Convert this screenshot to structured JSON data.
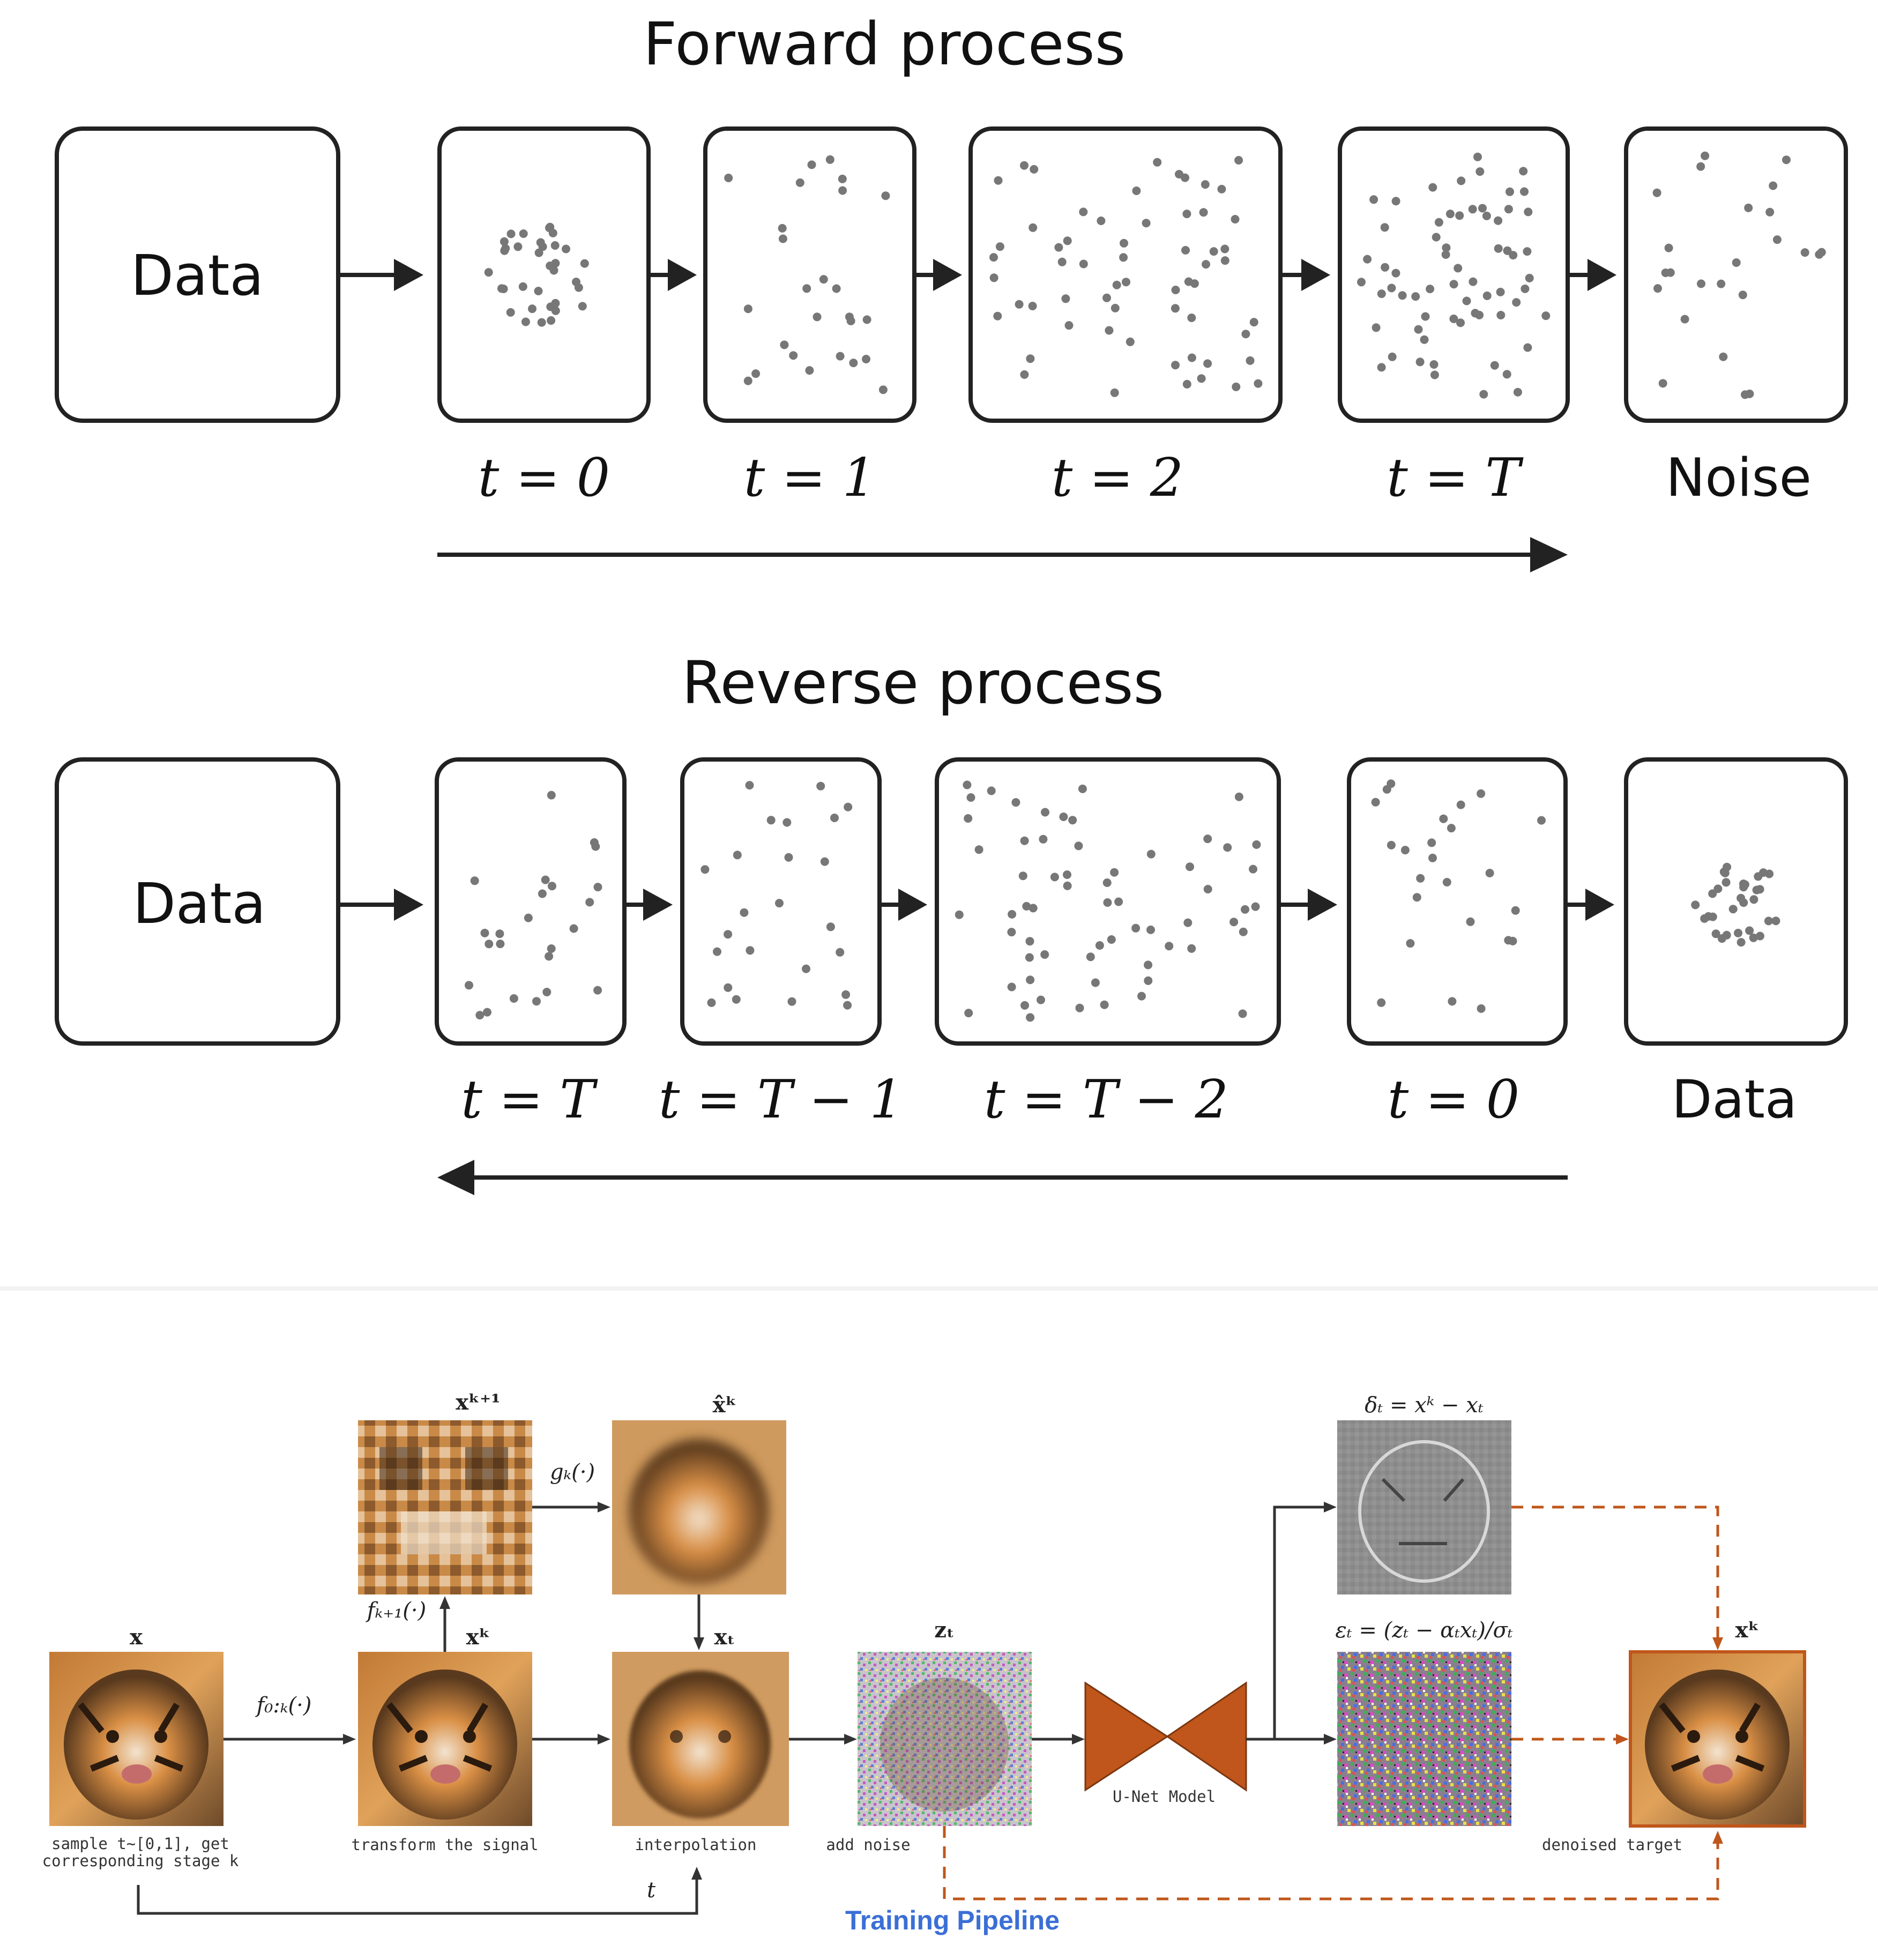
{
  "forward": {
    "title": "Forward process",
    "start_label": "Data",
    "steps": [
      "t = 0",
      "t = 1",
      "t = 2",
      "t = T",
      "Noise"
    ]
  },
  "reverse": {
    "title": "Reverse process",
    "start_label": "Data",
    "steps": [
      "t = T",
      "t = T − 1",
      "t = T − 2",
      "t = 0",
      "Data"
    ]
  },
  "pipeline": {
    "title": "Training Pipeline",
    "captions": {
      "sample_1": "sample t~[0,1], get",
      "sample_2": "corresponding stage k",
      "transform": "transform the signal",
      "interpolation": "interpolation",
      "add_noise": "add noise",
      "unet": "U-Net Model",
      "denoised": "denoised target"
    },
    "math": {
      "x": "x",
      "x_k": "xᵏ",
      "x_k1": "xᵏ⁺¹",
      "x_hat_k": "x̂ᵏ",
      "x_t": "xₜ",
      "z_t": "zₜ",
      "f_0k": "f₀:ₖ(·)",
      "f_k1": "fₖ₊₁(·)",
      "g_k": "gₖ(·)",
      "delta": "δₜ = xᵏ − xₜ",
      "epsilon": "εₜ = (zₜ − αₜxₜ)/σₜ",
      "x_k_out": "xᵏ",
      "t": "t"
    },
    "colors": {
      "accent_orange": "#c0561b",
      "title_blue": "#3b6fd6"
    }
  }
}
